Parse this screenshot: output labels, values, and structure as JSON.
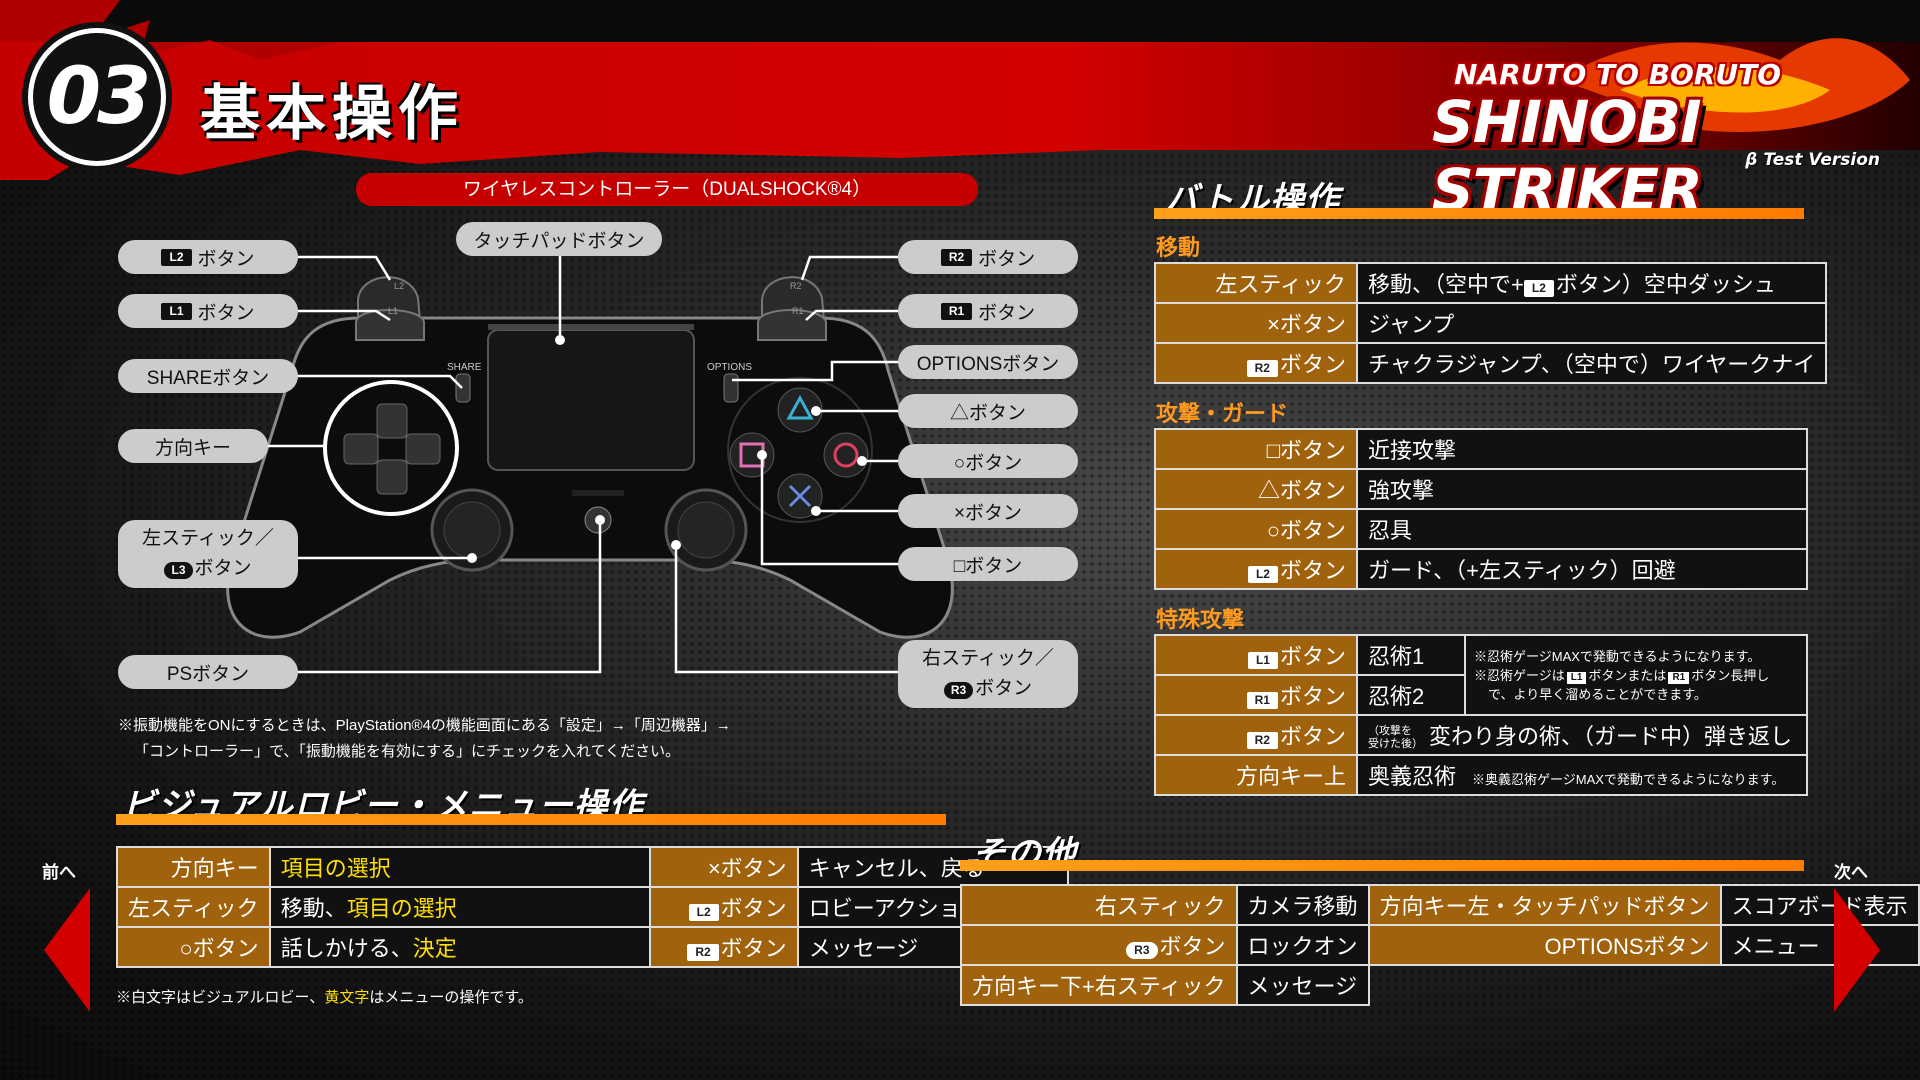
{
  "header": {
    "number": "03",
    "title": "基本操作",
    "logo": {
      "line1": "NARUTO TO BORUTO",
      "line2": "SHINOBI STRIKER",
      "line3": "β Test Version"
    }
  },
  "controller": {
    "title": "ワイヤレスコントローラー（DUALSHOCK®4）",
    "share_text": "SHARE",
    "options_text": "OPTIONS",
    "labels": {
      "touchpad": "タッチパッドボタン",
      "l2": {
        "key": "L2",
        "text": "ボタン"
      },
      "l1": {
        "key": "L1",
        "text": "ボタン"
      },
      "share": "SHAREボタン",
      "dpad": "方向キー",
      "lstick1": "左スティック／",
      "lstick2": {
        "key": "L3",
        "text": "ボタン"
      },
      "ps": "PSボタン",
      "r2": {
        "key": "R2",
        "text": "ボタン"
      },
      "r1": {
        "key": "R1",
        "text": "ボタン"
      },
      "options": "OPTIONSボタン",
      "triangle": "△ボタン",
      "circle": "○ボタン",
      "cross": "×ボタン",
      "square": "□ボタン",
      "rstick1": "右スティック／",
      "rstick2": {
        "key": "R3",
        "text": "ボタン"
      }
    },
    "note1": "※振動機能をONにするときは、PlayStation®4の機能画面にある「設定」→「周辺機器」→",
    "note2": "「コントローラー」で、「振動機能を有効にする」にチェックを入れてください。"
  },
  "lobby": {
    "title": "ビジュアルロビー・メニュー操作",
    "rows": [
      {
        "k1": "方向キー",
        "v1a": "",
        "v1b": "項目の選択",
        "k2": "×ボタン",
        "k2key": "",
        "v2": "キャンセル、戻る"
      },
      {
        "k1": "左スティック",
        "v1a": "移動、",
        "v1b": "項目の選択",
        "k2": "ボタン",
        "k2key": "L2",
        "v2": "ロビーアクション"
      },
      {
        "k1": "○ボタン",
        "v1a": "話しかける、",
        "v1b": "決定",
        "k2": "ボタン",
        "k2key": "R2",
        "v2": "メッセージ"
      }
    ],
    "note_a": "※白文字はビジュアルロビー、",
    "note_b": "黄文字",
    "note_c": "はメニューの操作です。"
  },
  "battle": {
    "title": "バトル操作",
    "move": {
      "title": "移動",
      "rows": [
        {
          "key": "",
          "k": "左スティック",
          "v_pre": "移動、（空中で+",
          "v_key": "L2",
          "v_post": "ボタン）空中ダッシュ"
        },
        {
          "key": "",
          "k": "×ボタン",
          "v_pre": "ジャンプ",
          "v_key": "",
          "v_post": ""
        },
        {
          "key": "R2",
          "k": "ボタン",
          "v_pre": "チャクラジャンプ、（空中で）ワイヤークナイ",
          "v_key": "",
          "v_post": ""
        }
      ]
    },
    "attack": {
      "title": "攻撃・ガード",
      "rows": [
        {
          "key": "",
          "k": "□ボタン",
          "v": "近接攻撃"
        },
        {
          "key": "",
          "k": "△ボタン",
          "v": "強攻撃"
        },
        {
          "key": "",
          "k": "○ボタン",
          "v": "忍具"
        },
        {
          "key": "L2",
          "k": "ボタン",
          "v": "ガード、（+左スティック）回避"
        }
      ]
    },
    "special": {
      "title": "特殊攻撃",
      "r1": {
        "key": "L1",
        "k": "ボタン",
        "v": "忍術1"
      },
      "r2": {
        "key": "R1",
        "k": "ボタン",
        "v": "忍術2"
      },
      "note1": "※忍術ゲージMAXで発動できるようになります。",
      "note2a": "※忍術ゲージは",
      "note2k1": "L1",
      "note2b": "ボタンまたは",
      "note2k2": "R1",
      "note2c": "ボタン長押し",
      "note3": "で、より早く溜めることができます。",
      "r3": {
        "key": "R2",
        "k": "ボタン",
        "small1": "（攻撃を",
        "small2": "受けた後）",
        "v": "変わり身の術、（ガード中）弾き返し"
      },
      "r4": {
        "k": "方向キー上",
        "v": "奥義忍術",
        "note": "※奥義忍術ゲージMAXで発動できるようになります。"
      }
    }
  },
  "other": {
    "title": "その他",
    "rows": [
      {
        "k1key": "",
        "k1": "右スティック",
        "v1": "カメラ移動",
        "k2": "方向キー左・タッチパッドボタン",
        "v2": "スコアボード表示"
      },
      {
        "k1key": "R3",
        "k1": "ボタン",
        "v1": "ロックオン",
        "k2": "OPTIONSボタン",
        "v2": "メニュー"
      },
      {
        "k1key": "",
        "k1": "方向キー下+右スティック",
        "v1": "メッセージ",
        "k2": "",
        "v2": ""
      }
    ]
  },
  "nav": {
    "prev": "前へ",
    "next": "次へ"
  }
}
